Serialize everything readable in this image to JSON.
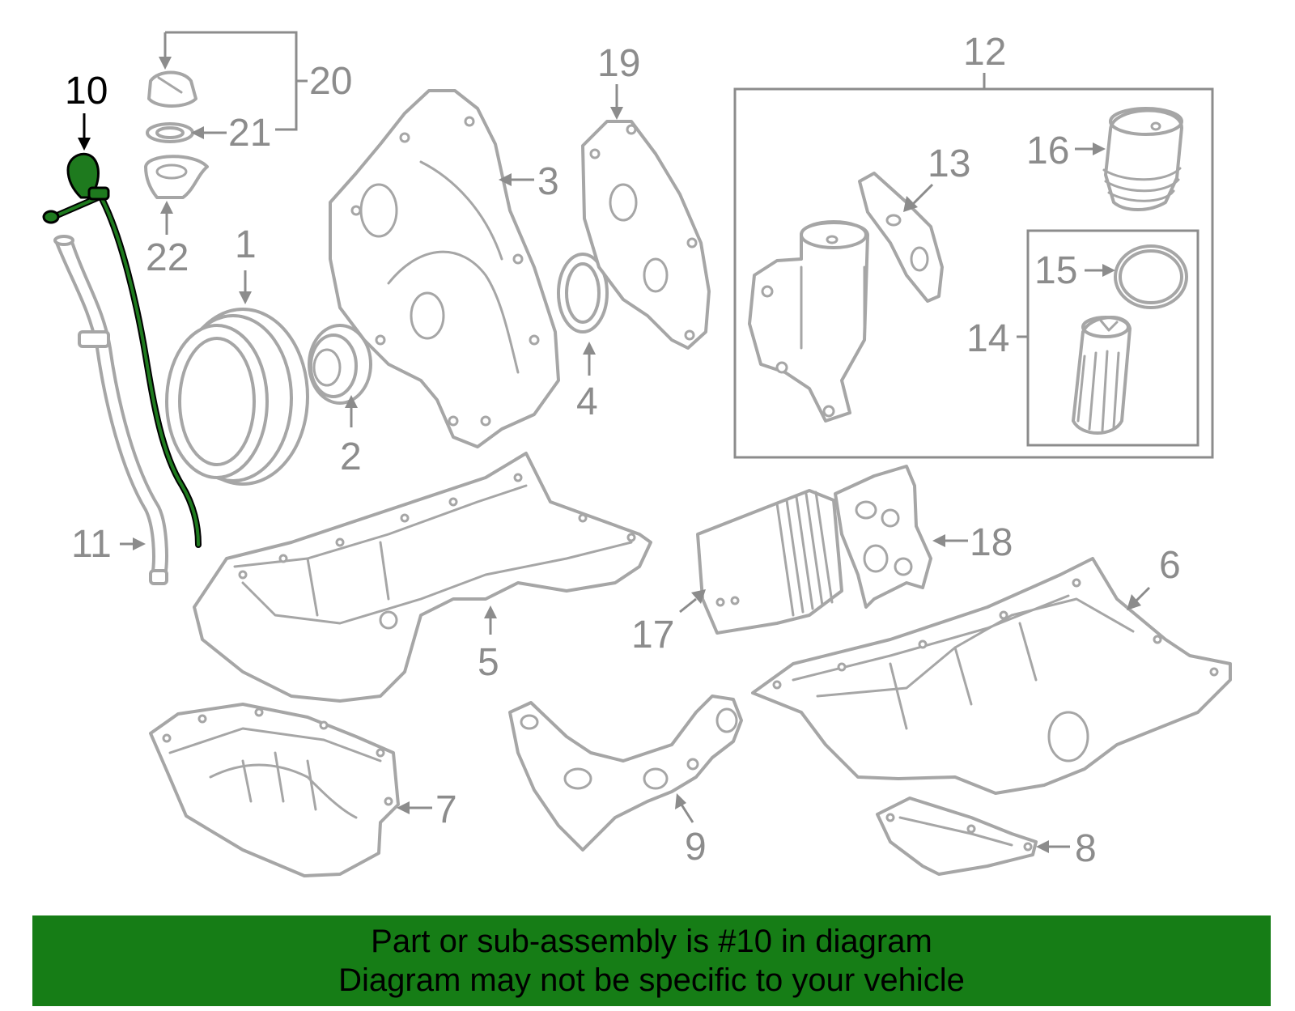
{
  "diagram": {
    "highlighted_part": "10",
    "highlight_color": "#1e7a1e",
    "line_color": "#a6a6a6",
    "callouts": {
      "c1": "1",
      "c2": "2",
      "c3": "3",
      "c4": "4",
      "c5": "5",
      "c6": "6",
      "c7": "7",
      "c8": "8",
      "c9": "9",
      "c10": "10",
      "c11": "11",
      "c12": "12",
      "c13": "13",
      "c14": "14",
      "c15": "15",
      "c16": "16",
      "c17": "17",
      "c18": "18",
      "c19": "19",
      "c20": "20",
      "c21": "21",
      "c22": "22"
    }
  },
  "banner": {
    "background": "#167d16",
    "line1": "Part or sub-assembly is #10 in diagram",
    "line2": "Diagram may not be specific to your vehicle"
  }
}
